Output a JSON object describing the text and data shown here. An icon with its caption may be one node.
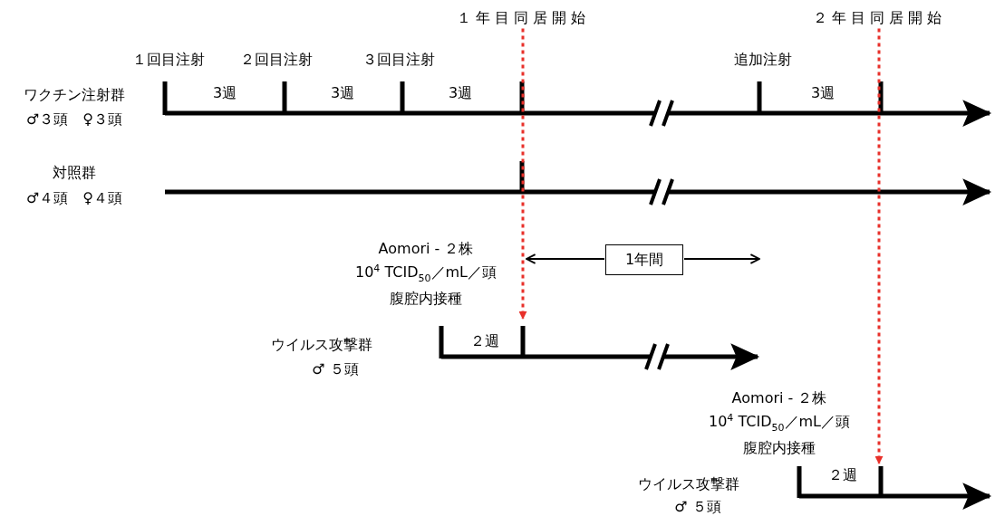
{
  "diagram": {
    "nodes": [
      {
        "text": [
          "１年目同居開始"
        ]
      },
      {
        "text": [
          "２年目同居開始"
        ]
      },
      {
        "text": [
          "1年間"
        ]
      }
    ],
    "edges": [
      {
        "from": 0,
        "to": null,
        "arrow": "to",
        "style": "dashed",
        "color": "#e8302a"
      },
      {
        "from": 1,
        "to": null,
        "arrow": "to",
        "style": "dashed",
        "color": "#e8302a"
      },
      {
        "from": 2,
        "to": null,
        "arrow": "to",
        "color": "#000000"
      },
      {
        "from": 2,
        "to": null,
        "arrow": "to",
        "color": "#000000"
      }
    ],
    "labels": [
      "１回目注射",
      "２回目注射",
      "３回目注射",
      "追加注射",
      "ワクチン注射群",
      "3週",
      "3週",
      "3週",
      "3週",
      "♂３頭　♀３頭",
      "対照群",
      "♂４頭　♀４頭",
      "Aomori - ２株",
      "10$^{4}$ TCID$_{50}$／mL／頭",
      "腹腔内接種",
      "ウイルス攻撃群",
      "２週",
      "♂ ５頭",
      "Aomori - ２株",
      "10$^{4}$ TCID$_{50}$／mL／頭",
      "腹腔内接種",
      "ウイルス攻撃群",
      "２週",
      "♂ ５頭"
    ]
  }
}
